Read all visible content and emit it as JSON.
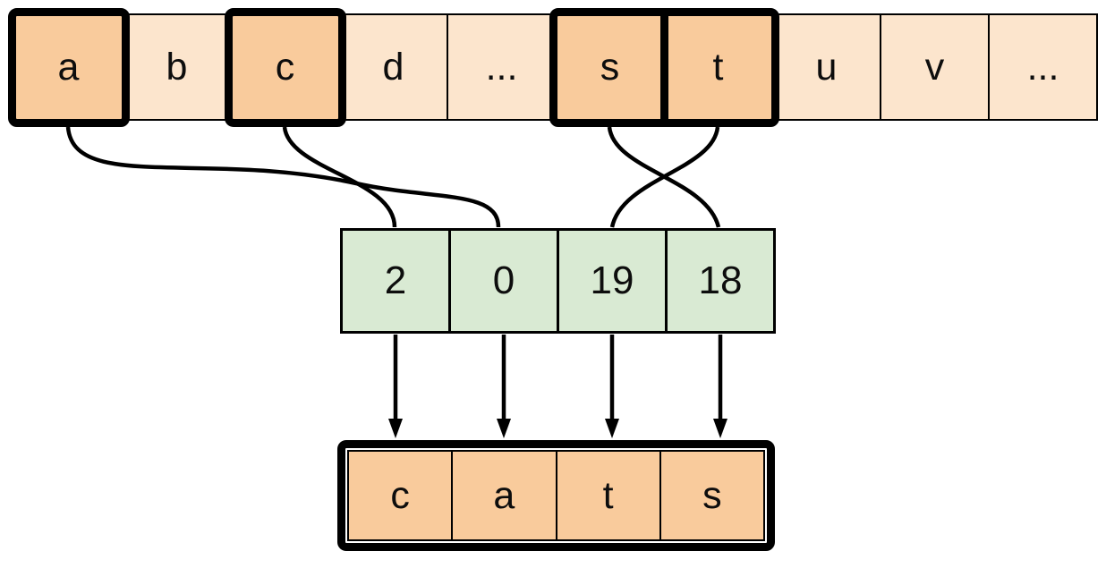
{
  "alphabet": {
    "cells": [
      {
        "label": "a",
        "highlighted": true
      },
      {
        "label": "b",
        "highlighted": false
      },
      {
        "label": "c",
        "highlighted": true
      },
      {
        "label": "d",
        "highlighted": false
      },
      {
        "label": "...",
        "highlighted": false
      },
      {
        "label": "s",
        "highlighted": true
      },
      {
        "label": "t",
        "highlighted": true
      },
      {
        "label": "u",
        "highlighted": false
      },
      {
        "label": "v",
        "highlighted": false
      },
      {
        "label": "...",
        "highlighted": false
      }
    ]
  },
  "index": {
    "cells": [
      {
        "label": "2"
      },
      {
        "label": "0"
      },
      {
        "label": "19"
      },
      {
        "label": "18"
      }
    ]
  },
  "result": {
    "cells": [
      {
        "label": "c"
      },
      {
        "label": "a"
      },
      {
        "label": "t"
      },
      {
        "label": "s"
      }
    ]
  },
  "edges": {
    "curves": [
      {
        "from_letter": "a",
        "to_index_value": "0"
      },
      {
        "from_letter": "c",
        "to_index_value": "2"
      },
      {
        "from_letter": "s",
        "to_index_value": "18"
      },
      {
        "from_letter": "t",
        "to_index_value": "19"
      }
    ],
    "arrows": [
      {
        "from_index_value": "2",
        "to_result": "c"
      },
      {
        "from_index_value": "0",
        "to_result": "a"
      },
      {
        "from_index_value": "19",
        "to_result": "t"
      },
      {
        "from_index_value": "18",
        "to_result": "s"
      }
    ]
  },
  "colors": {
    "highlight_fill": "#f9cb9c",
    "normal_fill": "#fce5cd",
    "index_fill": "#d9ead3",
    "line": "#000000",
    "background": "#ffffff"
  }
}
